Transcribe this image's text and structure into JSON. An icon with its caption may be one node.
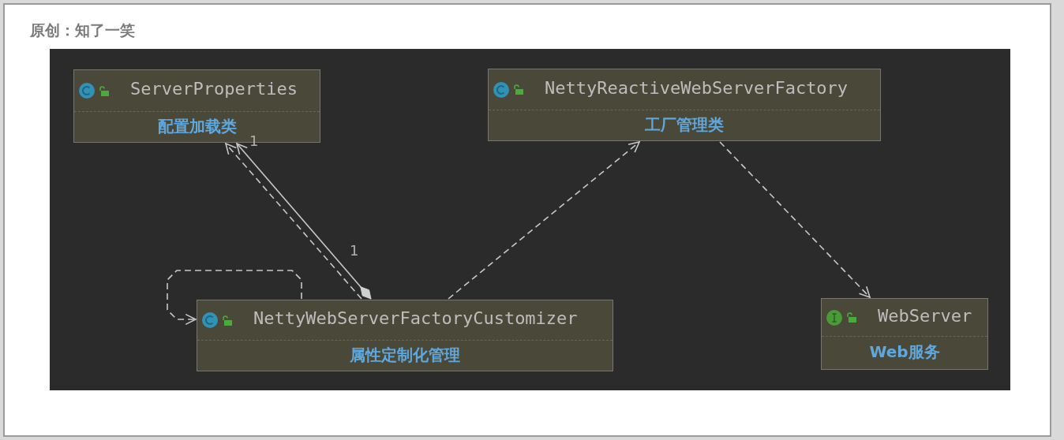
{
  "diagram": {
    "title": "原创：知了一笑",
    "nodes": [
      {
        "text": [
          "ServerProperties",
          "配置加载类"
        ]
      },
      {
        "text": [
          "NettyReactiveWebServerFactory",
          "工厂管理类"
        ]
      },
      {
        "text": [
          "NettyWebServerFactoryCustomizer",
          "属性定制化管理"
        ]
      },
      {
        "text": [
          "WebServer",
          "Web服务"
        ]
      }
    ],
    "edges": [
      {
        "from": 2,
        "to": 0,
        "arrow": "to"
      },
      {
        "from": 2,
        "to": 0,
        "arrow": "to",
        "style": "dashed"
      },
      {
        "from": 2,
        "to": 2,
        "arrow": "to",
        "style": "dashed"
      },
      {
        "from": 2,
        "to": 1,
        "arrow": "to",
        "style": "dashed"
      },
      {
        "from": 1,
        "to": 3,
        "arrow": "to",
        "style": "dashed"
      }
    ],
    "labels": [
      "1",
      "1"
    ]
  }
}
